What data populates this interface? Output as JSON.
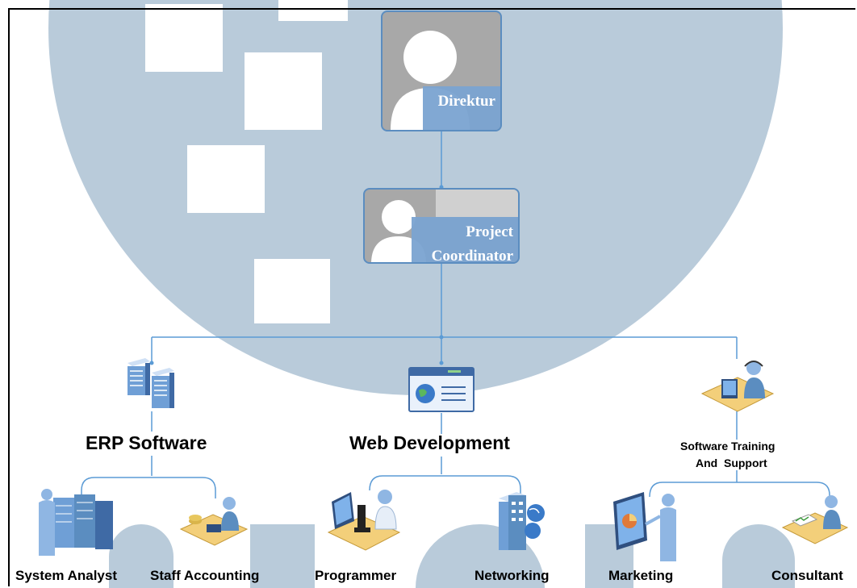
{
  "org_chart": {
    "top": {
      "title": "Direktur",
      "icon": "person-placeholder-icon"
    },
    "coordinator": {
      "title_line1": "Project",
      "title_line2": "Coordinator",
      "icon": "person-placeholder-icon"
    },
    "divisions": [
      {
        "label": "ERP Software",
        "icon": "server-rack-icon"
      },
      {
        "label": "Web Development",
        "icon": "web-browser-icon"
      },
      {
        "label_line1": "Software Training",
        "label_line2": "And  Support",
        "icon": "helpdesk-operator-icon"
      }
    ],
    "roles": [
      {
        "label": "System Analyst",
        "icon": "datacenter-engineer-icon"
      },
      {
        "label": "Staff Accounting",
        "icon": "accountant-desk-icon"
      },
      {
        "label": "Programmer",
        "icon": "programmer-workstation-icon"
      },
      {
        "label": "Networking",
        "icon": "network-building-icon"
      },
      {
        "label": "Marketing",
        "icon": "presenter-chart-icon"
      },
      {
        "label": "Consultant",
        "icon": "consultant-desk-icon"
      }
    ]
  },
  "colors": {
    "connector": "#5b9bd5",
    "card_border": "#5b8dc0",
    "watermark": "#b9cbda"
  }
}
